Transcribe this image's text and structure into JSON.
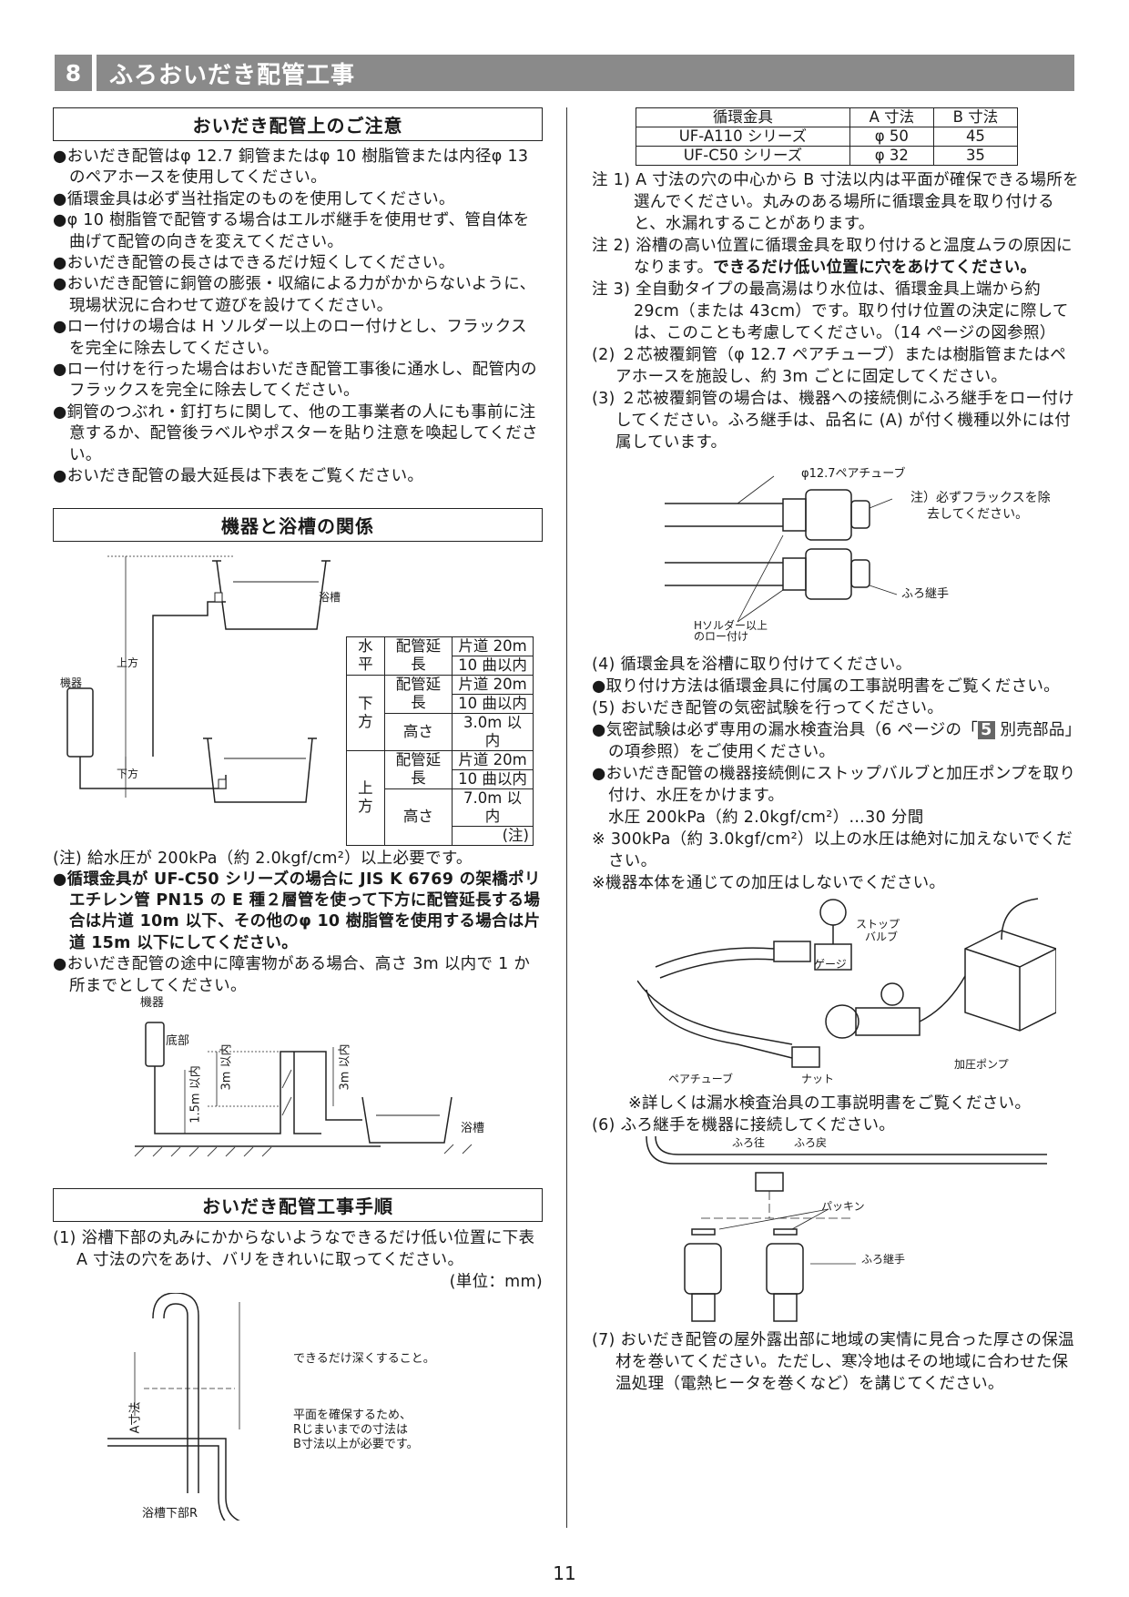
{
  "header": {
    "number": "8",
    "title": "ふろおいだき配管工事"
  },
  "s1": {
    "heading": "おいだき配管上のご注意",
    "bullets": [
      "●おいだき配管はφ 12.7 銅管またはφ 10 樹脂管または内径φ 13 のペアホースを使用してください。",
      "●循環金具は必ず当社指定のものを使用してください。",
      "●φ 10 樹脂管で配管する場合はエルボ継手を使用せず、管自体を曲げて配管の向きを変えてください。",
      "●おいだき配管の長さはできるだけ短くしてください。",
      "●おいだき配管に銅管の膨張・収縮による力がかからないように、現場状況に合わせて遊びを設けてください。",
      "●ロー付けの場合は H ソルダー以上のロー付けとし、フラックスを完全に除去してください。",
      "●ロー付けを行った場合はおいだき配管工事後に通水し、配管内のフラックスを完全に除去してください。",
      "●銅管のつぶれ・釘打ちに関して、他の工事業者の人にも事前に注意するか、配管後ラベルやポスターを貼り注意を喚起してください。",
      "●おいだき配管の最大延長は下表をご覧ください。"
    ]
  },
  "s2": {
    "heading": "機器と浴槽の関係",
    "fig": {
      "tub": "浴槽",
      "up": "上方",
      "unit": "機器",
      "down": "下方"
    },
    "table": {
      "r1": [
        "水平",
        "配管延長",
        "片道 20m",
        "10 曲以内"
      ],
      "r2": [
        "下方",
        "配管延長",
        "片道 20m",
        "10 曲以内"
      ],
      "r3": [
        "高さ",
        "3.0m 以内"
      ],
      "r4": [
        "上方",
        "配管延長",
        "片道 20m",
        "10 曲以内"
      ],
      "r5": [
        "高さ",
        "7.0m 以内",
        "(注)"
      ]
    },
    "note": "(注)  給水圧が 200kPa（約 2.0kgf/cm²）以上必要です。",
    "bold_bullet": "●循環金具が UF-C50 シリーズの場合に JIS K 6769 の架橋ポリエチレン管 PN15 の E 種２層管を使って下方に配管延長する場合は片道 10m 以下、その他のφ 10 樹脂管を使用する場合は片道 15m 以下にしてください。",
    "bullet": "●おいだき配管の途中に障害物がある場合、高さ 3m 以内で 1 か所までとしてください。",
    "fig2": {
      "unit": "機器",
      "bottom": "底部",
      "h1": "1.5m 以内",
      "h2": "3m 以内",
      "h3": "3m 以内",
      "tub": "浴槽"
    }
  },
  "s3": {
    "heading": "おいだき配管工事手順",
    "step1": "(1) 浴槽下部の丸みにかからないようなできるだけ低い位置に下表 A 寸法の穴をあけ、バリをきれいに取ってください。",
    "unit": "(単位：mm)",
    "fig": {
      "deep": "できるだけ深くすること。",
      "flat1": "平面を確保するため、",
      "flat2": "Rじまいまでの寸法は",
      "flat3": "B寸法以上が必要です。",
      "a": "A寸法",
      "r": "浴槽下部R"
    }
  },
  "r": {
    "table": {
      "head": [
        "循環金具",
        "A 寸法",
        "B 寸法"
      ],
      "rows": [
        [
          "UF-A110 シリーズ",
          "φ 50",
          "45"
        ],
        [
          "UF-C50 シリーズ",
          "φ 32",
          "35"
        ]
      ]
    },
    "note1": "注 1) A 寸法の穴の中心から B 寸法以内は平面が確保できる場所を選んでください。丸みのある場所に循環金具を取り付けると、水漏れすることがあります。",
    "note2a": "注 2) 浴槽の高い位置に循環金具を取り付けると温度ムラの原因になります。",
    "note2b": "できるだけ低い位置に穴をあけてください。",
    "note3": "注 3) 全自動タイプの最高湯はり水位は、循環金具上端から約 29cm（または 43cm）です。取り付け位置の決定に際しては、このことも考慮してください。（14 ページの図参照）",
    "step2": "(2) ２芯被覆銅管（φ 12.7 ペアチューブ）または樹脂管またはペアホースを施設し、約 3m ごとに固定してください。",
    "step3": "(3) ２芯被覆銅管の場合は、機器への接続側にふろ継手をロー付けしてください。ふろ継手は、品名に (A) が付く機種以外には付属しています。",
    "fig3": {
      "pipe": "φ12.7ペアチューブ",
      "flux1": "注）必ずフラックスを除",
      "flux2": "去してください。",
      "joint": "ふろ継手",
      "solder1": "Hソルダー以上",
      "solder2": "のロー付け"
    },
    "step4": "(4) 循環金具を浴槽に取り付けてください。",
    "b4": "●取り付け方法は循環金具に付属の工事説明書をご覧ください。",
    "step5": "(5) おいだき配管の気密試験を行ってください。",
    "b5a": "●気密試験は必ず専用の漏水検査治具（6 ページの「",
    "b5num": "5",
    "b5b": " 別売部品」の項参照）をご使用ください。",
    "b5c": "●おいだき配管の機器接続側にストップバルブと加圧ポンプを取り付け、水圧をかけます。",
    "press": "水圧 200kPa（約 2.0kgf/cm²）…30 分間",
    "warn1": "※ 300kPa（約 3.0kgf/cm²）以上の水圧は絶対に加えないでください。",
    "warn2": "※機器本体を通じての加圧はしないでください。",
    "fig4": {
      "stop1": "ストップ",
      "stop2": "バルブ",
      "gauge": "ゲージ",
      "tube": "ペアチューブ",
      "nut": "ナット",
      "pump": "加圧ポンプ"
    },
    "detail": "※詳しくは漏水検査治具の工事説明書をご覧ください。",
    "step6": "(6) ふろ継手を機器に接続してください。",
    "fig5": {
      "out": "ふろ往",
      "ret": "ふろ戻",
      "packing": "パッキン",
      "joint": "ふろ継手"
    },
    "step7": "(7) おいだき配管の屋外露出部に地域の実情に見合った厚さの保温材を巻いてください。ただし、寒冷地はその地域に合わせた保温処理（電熱ヒータを巻くなど）を講じてください。"
  },
  "page": "11"
}
